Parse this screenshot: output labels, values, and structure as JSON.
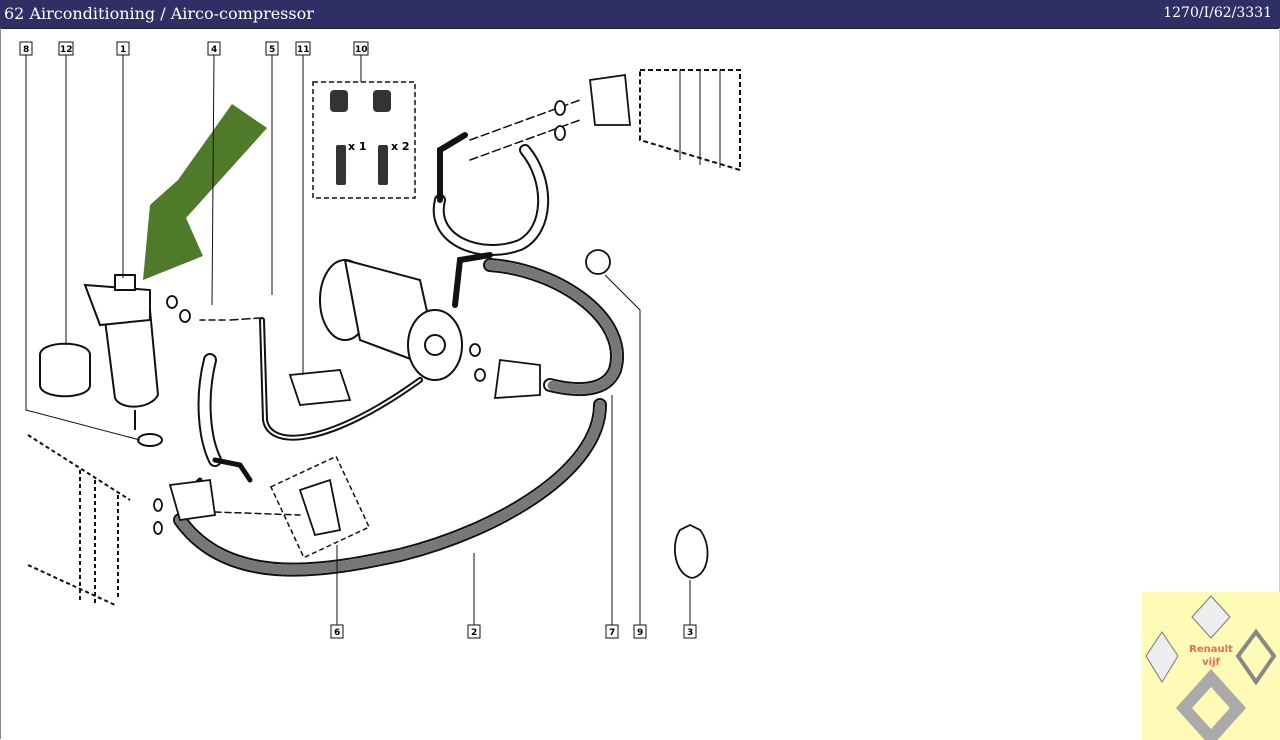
{
  "header": {
    "title": "62 Airconditioning / Airco-compressor",
    "code": "1270/I/62/3331"
  },
  "callouts": {
    "c8": "8",
    "c12": "12",
    "c1": "1",
    "c4": "4",
    "c5": "5",
    "c11": "11",
    "c10": "10",
    "c6": "6",
    "c2": "2",
    "c7": "7",
    "c9": "9",
    "c3": "3"
  },
  "kit": {
    "x1": "x 1",
    "x2": "x 2"
  },
  "logo": {
    "line1": "Renault",
    "line2": "vijf"
  },
  "colors": {
    "header": "#2f2f66",
    "arrow": "#4e7a2a",
    "logo_bg": "#fdfbb6"
  }
}
